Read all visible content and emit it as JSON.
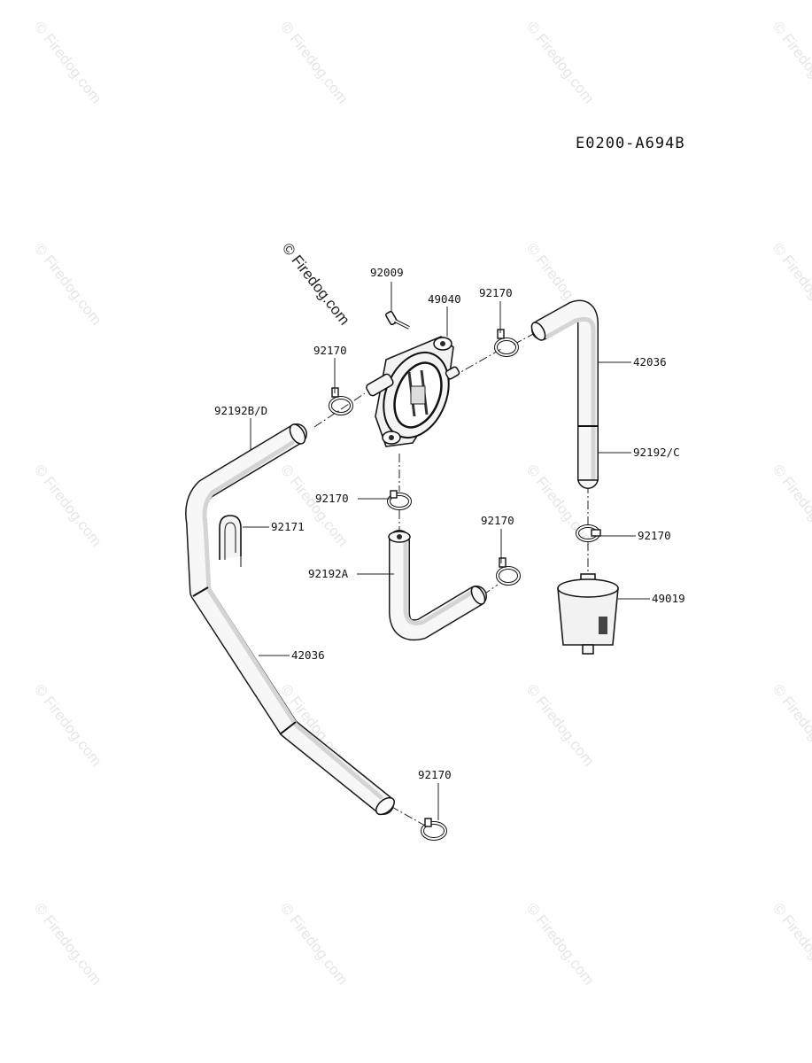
{
  "diagram_code": "E0200-A694B",
  "watermark": "© Firedog.com",
  "part_labels": {
    "screw": "92009",
    "fuel_pump": "49040",
    "clamp_pump_outlet": "92170",
    "hose_upper_right": "42036",
    "hose_marker_c": "92192/C",
    "clamp_filter_top": "92170",
    "fuel_filter": "49019",
    "clamp_pump_inlet": "92170",
    "hose_marker_bd": "92192B/D",
    "clip": "92171",
    "clamp_pump_bottom": "92170",
    "hose_short_a": "92192A",
    "clamp_short_hose": "92170",
    "hose_long_left": "42036",
    "clamp_bottom": "92170"
  }
}
